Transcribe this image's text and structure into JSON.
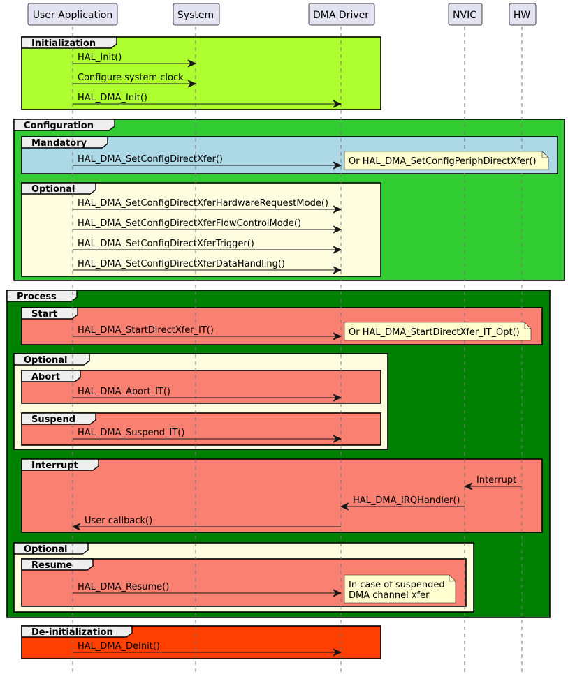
{
  "participants": [
    {
      "id": "user",
      "label": "User Application"
    },
    {
      "id": "system",
      "label": "System"
    },
    {
      "id": "driver",
      "label": "DMA Driver"
    },
    {
      "id": "nvic",
      "label": "NVIC"
    },
    {
      "id": "hw",
      "label": "HW"
    }
  ],
  "colors": {
    "participant_fill": "#e2e2f0",
    "participant_stroke": "#181818",
    "lifeline": "#777777",
    "init": "#adff2f",
    "config": "#32cd32",
    "mandatory": "#add8e6",
    "optional": "#fffde0",
    "process": "#008000",
    "salmon": "#fa8072",
    "deinit": "#ff4000",
    "tab": "#eeeeee",
    "note": "#fefece",
    "arrow": "#181818"
  },
  "frames": [
    {
      "id": "initialization",
      "label": "Initialization",
      "color": "init"
    },
    {
      "id": "configuration",
      "label": "Configuration",
      "color": "config"
    },
    {
      "id": "mandatory",
      "label": "Mandatory",
      "color": "mandatory"
    },
    {
      "id": "config-optional",
      "label": "Optional",
      "color": "optional"
    },
    {
      "id": "process",
      "label": "Process",
      "color": "process"
    },
    {
      "id": "start",
      "label": "Start",
      "color": "salmon"
    },
    {
      "id": "process-optional",
      "label": "Optional",
      "color": "optional"
    },
    {
      "id": "abort",
      "label": "Abort",
      "color": "salmon"
    },
    {
      "id": "suspend",
      "label": "Suspend",
      "color": "salmon"
    },
    {
      "id": "interrupt",
      "label": "Interrupt",
      "color": "salmon"
    },
    {
      "id": "resume-optional",
      "label": "Optional",
      "color": "optional"
    },
    {
      "id": "resume",
      "label": "Resume",
      "color": "salmon"
    },
    {
      "id": "deinitialization",
      "label": "De-initialization",
      "color": "deinit"
    }
  ],
  "messages": [
    {
      "id": "hal-init",
      "from": "user",
      "to": "system",
      "label": "HAL_Init()"
    },
    {
      "id": "configure-clock",
      "from": "user",
      "to": "system",
      "label": "Configure system clock"
    },
    {
      "id": "hal-dma-init",
      "from": "user",
      "to": "driver",
      "label": "HAL_DMA_Init()"
    },
    {
      "id": "set-config-direct-xfer",
      "from": "user",
      "to": "driver",
      "label": "HAL_DMA_SetConfigDirectXfer()"
    },
    {
      "id": "set-hw-request-mode",
      "from": "user",
      "to": "driver",
      "label": "HAL_DMA_SetConfigDirectXferHardwareRequestMode()"
    },
    {
      "id": "set-flow-control-mode",
      "from": "user",
      "to": "driver",
      "label": "HAL_DMA_SetConfigDirectXferFlowControlMode()"
    },
    {
      "id": "set-trigger",
      "from": "user",
      "to": "driver",
      "label": "HAL_DMA_SetConfigDirectXferTrigger()"
    },
    {
      "id": "set-data-handling",
      "from": "user",
      "to": "driver",
      "label": "HAL_DMA_SetConfigDirectXferDataHandling()"
    },
    {
      "id": "start-direct-xfer-it",
      "from": "user",
      "to": "driver",
      "label": "HAL_DMA_StartDirectXfer_IT()"
    },
    {
      "id": "abort-it",
      "from": "user",
      "to": "driver",
      "label": "HAL_DMA_Abort_IT()"
    },
    {
      "id": "suspend-it",
      "from": "user",
      "to": "driver",
      "label": "HAL_DMA_Suspend_IT()"
    },
    {
      "id": "interrupt",
      "from": "hw",
      "to": "nvic",
      "label": "Interrupt"
    },
    {
      "id": "irq-handler",
      "from": "nvic",
      "to": "driver",
      "label": "HAL_DMA_IRQHandler()"
    },
    {
      "id": "user-callback",
      "from": "driver",
      "to": "user",
      "label": "User callback()"
    },
    {
      "id": "resume",
      "from": "user",
      "to": "driver",
      "label": "HAL_DMA_Resume()"
    },
    {
      "id": "deinit",
      "from": "user",
      "to": "driver",
      "label": "HAL_DMA_DeInit()"
    }
  ],
  "notes": [
    {
      "id": "periph-direct-xfer",
      "lines": [
        "Or HAL_DMA_SetConfigPeriphDirectXfer()"
      ]
    },
    {
      "id": "start-it-opt",
      "lines": [
        "Or HAL_DMA_StartDirectXfer_IT_Opt()"
      ]
    },
    {
      "id": "suspended-channel",
      "lines": [
        "In case of suspended",
        "DMA channel xfer"
      ]
    }
  ]
}
